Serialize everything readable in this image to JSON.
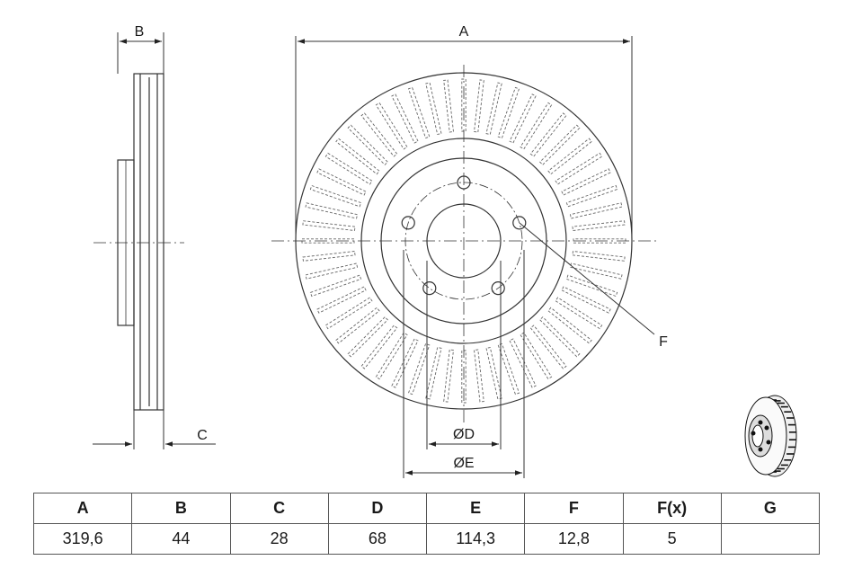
{
  "labels": {
    "a": "A",
    "b": "B",
    "c": "C",
    "d": "ØD",
    "e": "ØE",
    "f": "F"
  },
  "table": {
    "headers": [
      "A",
      "B",
      "C",
      "D",
      "E",
      "F",
      "F(x)",
      "G"
    ],
    "values": [
      "319,6",
      "44",
      "28",
      "68",
      "114,3",
      "12,8",
      "5",
      ""
    ]
  }
}
